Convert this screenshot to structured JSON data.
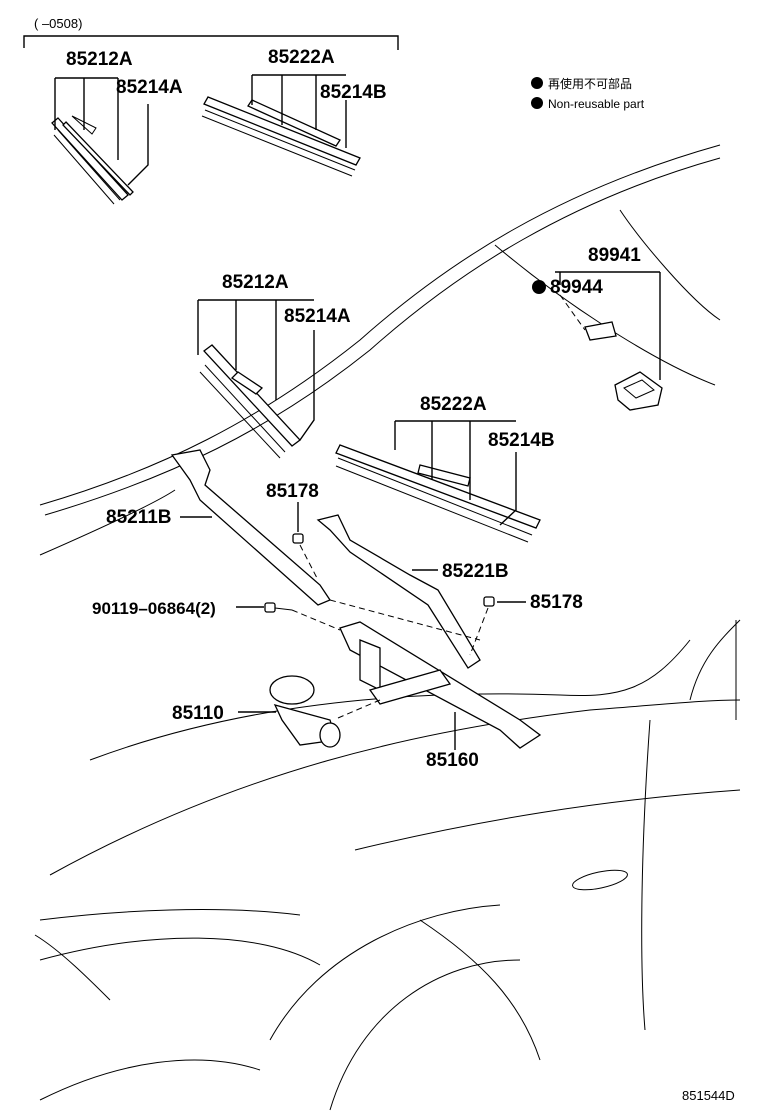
{
  "period_label": "(          –0508)",
  "legend": {
    "japanese": "再使用不可部品",
    "english": "Non-reusable part"
  },
  "callouts": {
    "top_wiper_left": "85212A",
    "top_blade_left": "85214A",
    "top_wiper_right": "85222A",
    "top_blade_right": "85214B",
    "mid_wiper_left": "85212A",
    "mid_blade_left": "85214A",
    "mid_wiper_right": "85222A",
    "mid_blade_right": "85214B",
    "sticker": "89941",
    "sensor": "89944",
    "arm_left": "85211B",
    "cap_left": "85178",
    "arm_right": "85221B",
    "cap_right": "85178",
    "bolt": "90119–06864(2)",
    "motor": "85110",
    "link": "85160"
  },
  "diagram_code": "851544D"
}
